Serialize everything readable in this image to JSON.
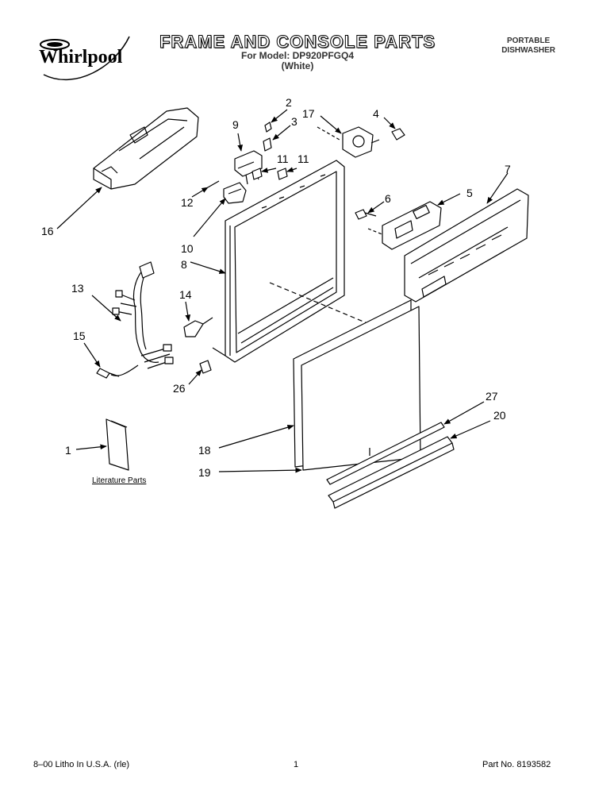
{
  "header": {
    "brand": "Whirlpool",
    "title": "FRAME AND CONSOLE PARTS",
    "model_line": "For Model: DP920PFGQ4",
    "color_line": "(White)",
    "product_type_line1": "PORTABLE",
    "product_type_line2": "DISHWASHER"
  },
  "callouts": {
    "c1": "1",
    "c2": "2",
    "c3": "3",
    "c4": "4",
    "c5": "5",
    "c6": "6",
    "c7": "7",
    "c8": "8",
    "c9": "9",
    "c10": "10",
    "c11a": "11",
    "c11b": "11",
    "c12": "12",
    "c13": "13",
    "c14": "14",
    "c15": "15",
    "c16": "16",
    "c17": "17",
    "c18": "18",
    "c19": "19",
    "c20": "20",
    "c26": "26",
    "c27": "27"
  },
  "literature_label": "Literature Parts",
  "footer": {
    "print_info": "8–00 Litho In U.S.A. (rle)",
    "page_number": "1",
    "part_number": "Part No. 8193582"
  }
}
